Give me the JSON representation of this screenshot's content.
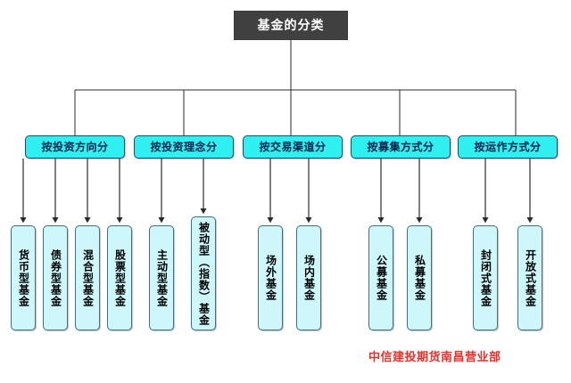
{
  "diagram": {
    "title": "基金的分类",
    "accent_cyan": "#2FF0F0",
    "leaf_fill": "#CDF7FB",
    "root_fill": "#404040",
    "edge_color": "#2b2b2b",
    "credit_color": "#E8302A",
    "categories": [
      {
        "id": "by-investment-direction",
        "label": "按投资方向分",
        "children": [
          {
            "id": "money-market-fund",
            "label": "货币型基金"
          },
          {
            "id": "bond-fund",
            "label": "债券型基金"
          },
          {
            "id": "hybrid-fund",
            "label": "混合型基金"
          },
          {
            "id": "equity-fund",
            "label": "股票型基金"
          }
        ]
      },
      {
        "id": "by-investment-philosophy",
        "label": "按投资理念分",
        "children": [
          {
            "id": "active-fund",
            "label": "主动型基金"
          },
          {
            "id": "passive-index-fund",
            "label": "被动型（指数）基金"
          }
        ]
      },
      {
        "id": "by-trading-channel",
        "label": "按交易渠道分",
        "children": [
          {
            "id": "otc-fund",
            "label": "场外基金"
          },
          {
            "id": "exchange-traded-fund",
            "label": "场内基金"
          }
        ]
      },
      {
        "id": "by-fundraising-method",
        "label": "按募集方式分",
        "children": [
          {
            "id": "public-offering-fund",
            "label": "公募基金"
          },
          {
            "id": "private-offering-fund",
            "label": "私募基金"
          }
        ]
      },
      {
        "id": "by-operation-mode",
        "label": "按运作方式分",
        "children": [
          {
            "id": "closed-end-fund",
            "label": "封闭式基金"
          },
          {
            "id": "open-end-fund",
            "label": "开放式基金"
          }
        ]
      }
    ],
    "credit": "中信建投期货南昌营业部"
  }
}
